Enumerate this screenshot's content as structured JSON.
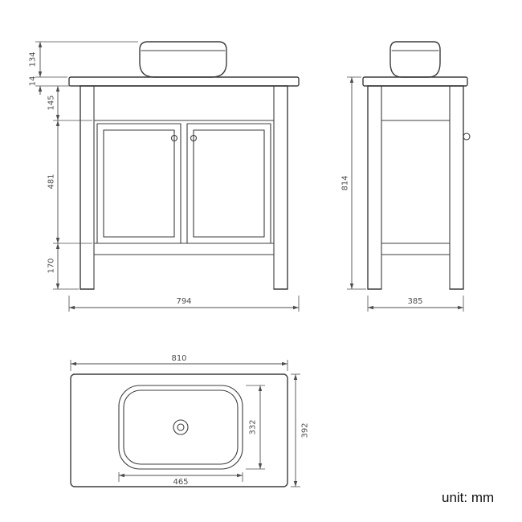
{
  "drawing": {
    "unit_label": "unit: mm",
    "front_view": {
      "basin_height_mm": "134",
      "countertop_thickness_mm": "14",
      "apron_height_mm": "145",
      "door_height_mm": "481",
      "leg_height_mm": "170",
      "overall_width_mm": "794"
    },
    "side_view": {
      "overall_height_mm": "814",
      "overall_depth_mm": "385"
    },
    "top_view": {
      "countertop_width_mm": "810",
      "basin_depth_mm": "332",
      "countertop_depth_mm": "392",
      "basin_width_mm": "465"
    }
  },
  "colors": {
    "line": "#3d3d3d",
    "dim": "#4d4d4d",
    "label": "#111111",
    "background": "#ffffff"
  }
}
